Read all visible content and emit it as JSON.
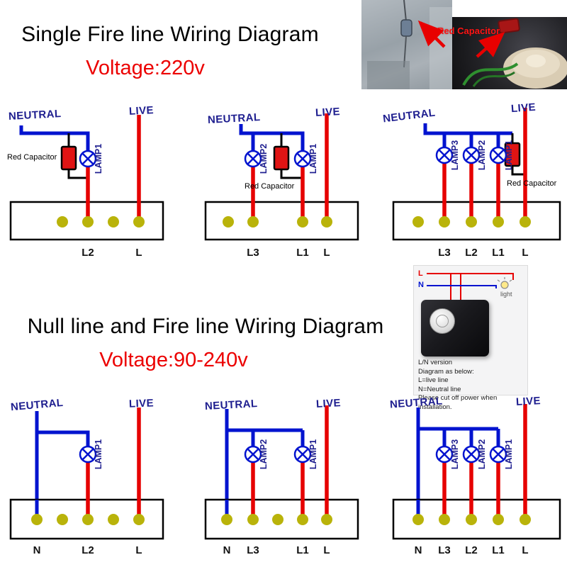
{
  "sections": {
    "single_fire": {
      "title": "Single Fire line Wiring Diagram",
      "voltage": "Voltage:220v"
    },
    "null_fire": {
      "title": "Null line and Fire line Wiring Diagram",
      "voltage": "Voltage:90-240v"
    }
  },
  "photos": {
    "red_capacitor_label": "Red Capacitor"
  },
  "product_card": {
    "l_label": "L",
    "n_label": "N",
    "light_label": "light",
    "caption_lines": [
      "L/N version",
      "Diagram as below:",
      "L=live line",
      "N=Neutral line",
      "Please cut off power when installation."
    ]
  },
  "colors": {
    "neutral_wire": "#0013cf",
    "live_wire": "#e60000",
    "label_navy": "#1e1e8f",
    "terminal_dot": "#b9b30a",
    "capacitor_red": "#e01414",
    "voltage_red": "#ec0000"
  },
  "diagrams": [
    {
      "neutral": "NEUTRAL",
      "live": "LIVE",
      "lamps": [
        "LAMP1"
      ],
      "capacitor_label": "Red Capacitor",
      "terminals": [
        "",
        "L2",
        "",
        "L"
      ]
    },
    {
      "neutral": "NEUTRAL",
      "live": "LIVE",
      "lamps": [
        "LAMP2",
        "LAMP1"
      ],
      "capacitor_label": "Red Capacitor",
      "terminals": [
        "",
        "L3",
        "L1",
        "L"
      ]
    },
    {
      "neutral": "NEUTRAL",
      "live": "LIVE",
      "lamps": [
        "LAMP3",
        "LAMP2",
        "LAMP1"
      ],
      "capacitor_label": "Red Capacitor",
      "terminals": [
        "",
        "L3",
        "L2",
        "L1",
        "L"
      ]
    },
    {
      "neutral": "NEUTRAL",
      "live": "LIVE",
      "lamps": [
        "LAMP1"
      ],
      "terminals": [
        "N",
        "",
        "L2",
        "",
        "L"
      ]
    },
    {
      "neutral": "NEUTRAL",
      "live": "LIVE",
      "lamps": [
        "LAMP2",
        "LAMP1"
      ],
      "terminals": [
        "N",
        "L3",
        "",
        "L1",
        "L"
      ]
    },
    {
      "neutral": "NEUTRAL",
      "live": "LIVE",
      "lamps": [
        "LAMP3",
        "LAMP2",
        "LAMP1"
      ],
      "terminals": [
        "N",
        "L3",
        "L2",
        "L1",
        "L"
      ]
    }
  ]
}
